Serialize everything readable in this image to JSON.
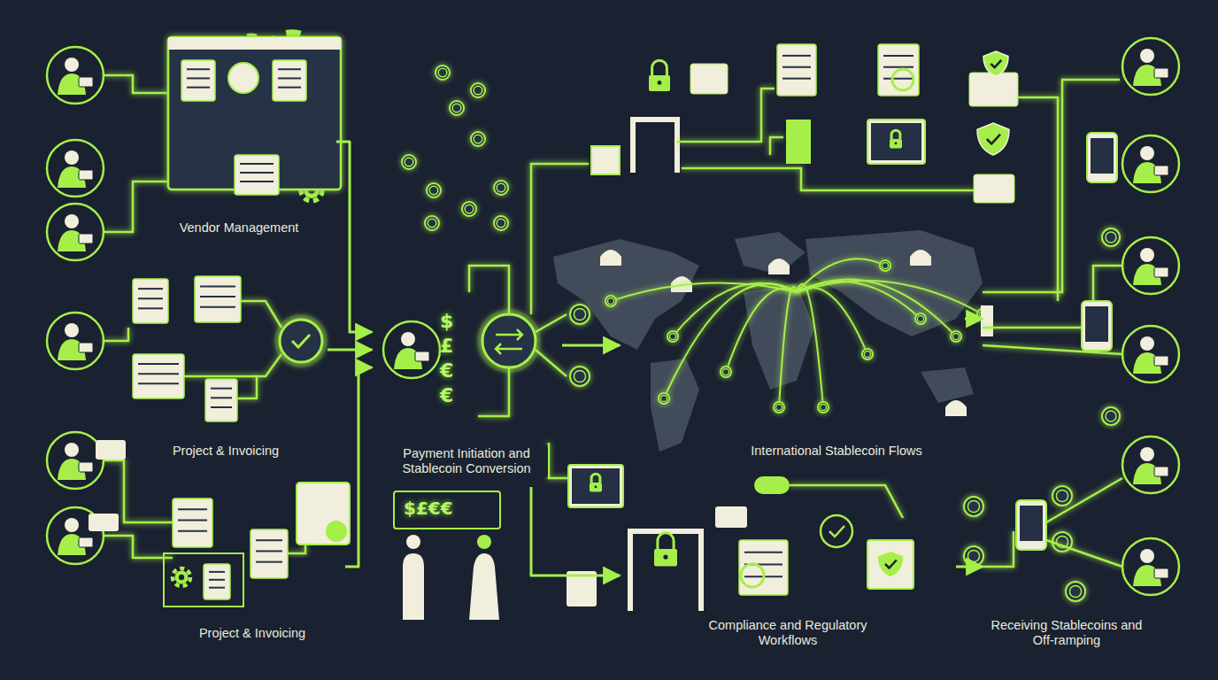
{
  "diagram": {
    "nodes": [
      {
        "text": [
          "Vendor Management"
        ]
      },
      {
        "text": [
          "Project & Invoicing"
        ]
      },
      {
        "text": [
          "Project & Invoicing"
        ]
      },
      {
        "text": [
          "Payment Initiation and Stablecoin Conversion"
        ]
      },
      {
        "text": [
          "International Stablecoin Flows"
        ]
      },
      {
        "text": [
          "Compliance and Regulatory Workflows"
        ]
      },
      {
        "text": [
          "Receiving Stablecoins and Off-ramping"
        ]
      }
    ],
    "edges": [
      {
        "from": 0,
        "to": 3,
        "arrow": "to"
      },
      {
        "from": 1,
        "to": 3,
        "arrow": "to"
      },
      {
        "from": 2,
        "to": 3,
        "arrow": "to"
      },
      {
        "from": 3,
        "to": 4,
        "arrow": "to"
      },
      {
        "from": 3,
        "to": 5,
        "arrow": "to"
      },
      {
        "from": 4,
        "to": 6,
        "arrow": "to"
      },
      {
        "from": 5,
        "to": 6,
        "arrow": "to"
      }
    ],
    "labels": [
      "$",
      "£",
      "€",
      "€",
      "$£€€"
    ]
  }
}
